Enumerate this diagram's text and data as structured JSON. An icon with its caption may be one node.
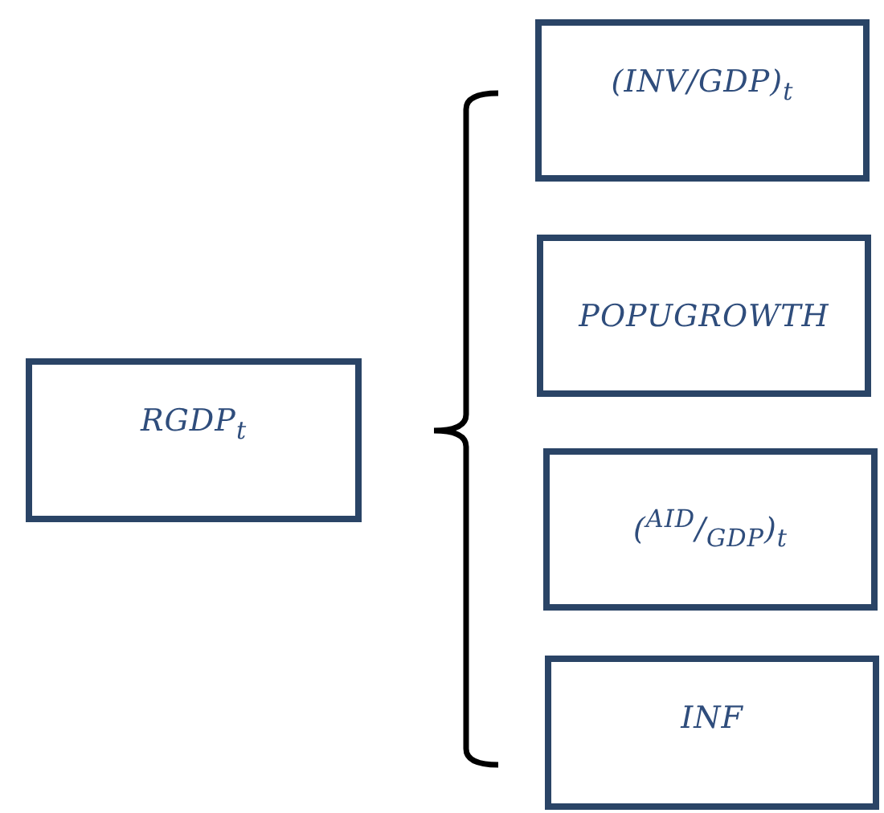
{
  "diagram": {
    "nodes": [
      {
        "text": [
          "RGDP$_{t}$"
        ]
      },
      {
        "text": [
          "(INV/GDP)$_{t}$"
        ]
      },
      {
        "text": [
          "POPUGROWTH"
        ]
      },
      {
        "text": [
          "($^{AID}$/$_{GDP}$)$_{t}$"
        ]
      },
      {
        "text": [
          "INF"
        ]
      }
    ]
  }
}
